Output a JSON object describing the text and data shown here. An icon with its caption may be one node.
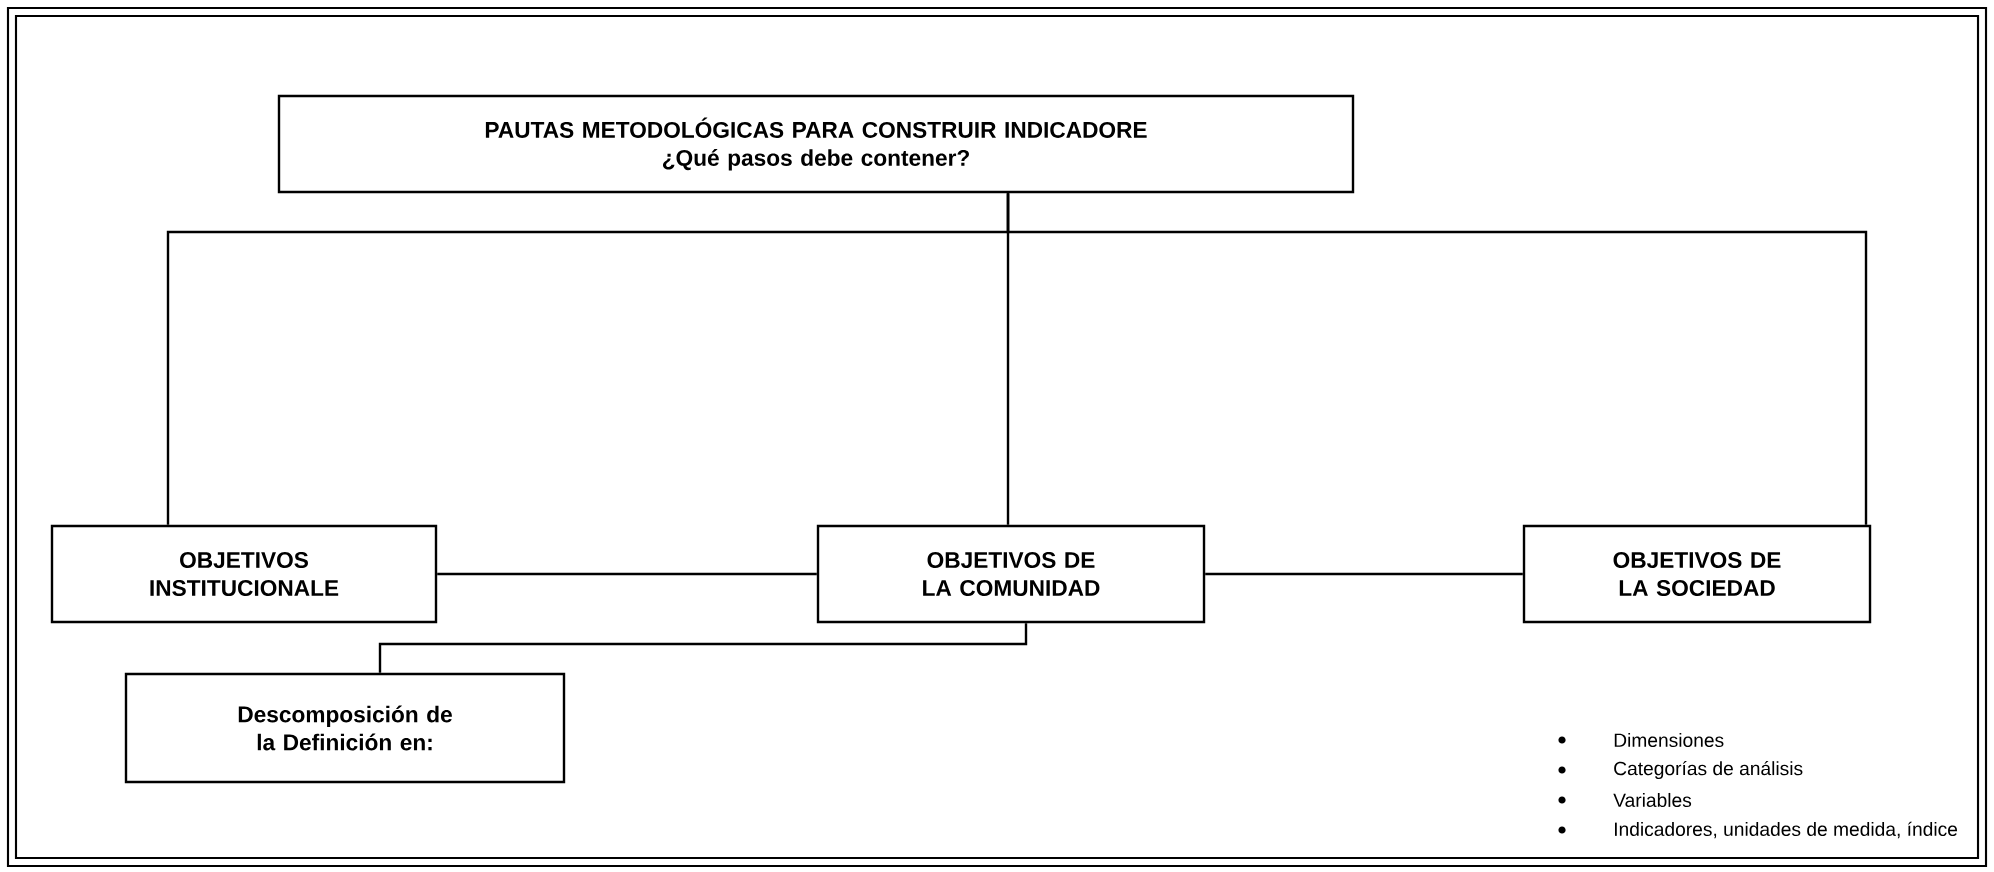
{
  "diagram": {
    "nodes": [
      {
        "text": [
          "PAUTAS METODOLÓGICAS PARA CONSTRUIR INDICADORE",
          "¿Qué pasos debe contener?"
        ]
      },
      {
        "text": [
          "OBJETIVOS INSTITUCIONALE"
        ]
      },
      {
        "text": [
          "OBJETIVOS DE LA COMUNIDAD"
        ]
      },
      {
        "text": [
          "OBJETIVOS DE LA SOCIEDAD"
        ]
      },
      {
        "text": [
          "Descomposición de la Definición en:"
        ]
      }
    ],
    "edges": [
      {
        "from": 0,
        "to": 1,
        "arrow": "none"
      },
      {
        "from": 0,
        "to": 2,
        "arrow": "none"
      },
      {
        "from": 0,
        "to": 3,
        "arrow": "none"
      },
      {
        "from": 1,
        "to": 2,
        "arrow": "none"
      },
      {
        "from": 2,
        "to": 3,
        "arrow": "none"
      },
      {
        "from": 2,
        "to": 4,
        "arrow": "none"
      }
    ],
    "labels": [
      "Dimensiones",
      "Categorías de análisis",
      "Variables",
      "Indicadores, unidades de medida, índice"
    ]
  }
}
